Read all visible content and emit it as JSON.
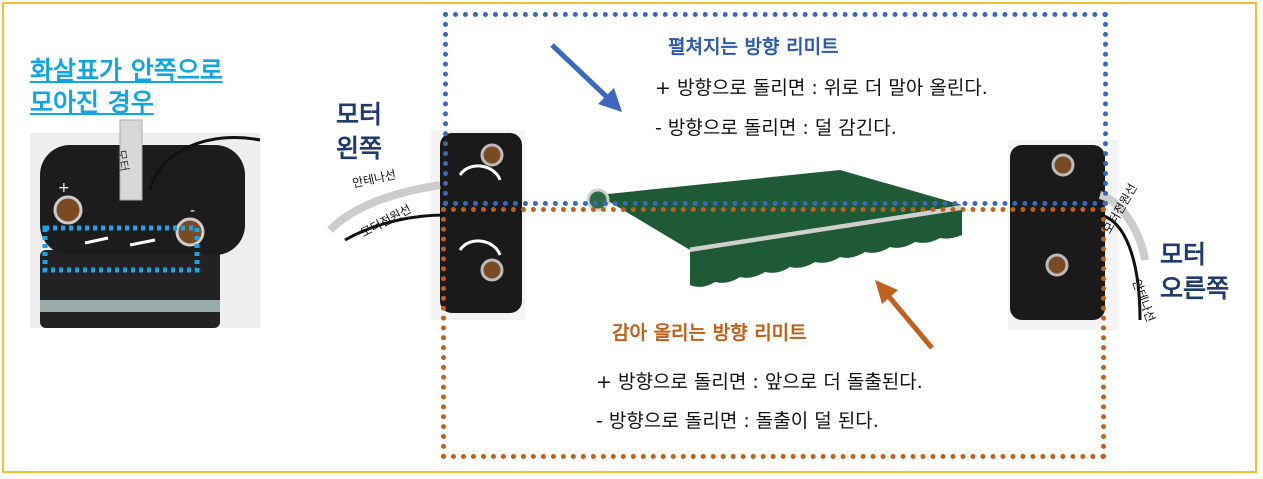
{
  "left_caption": {
    "line1": "화살표가 안쪽으로",
    "line2": "모아진 경우"
  },
  "motor_left": {
    "line1": "모터",
    "line2": "왼쪽"
  },
  "motor_right": {
    "line1": "모터",
    "line2": "오른쪽"
  },
  "extend_section": {
    "title": "펼쳐지는 방향 리미트",
    "line_plus": "+ 방향으로 돌리면 : 위로 더 말아 올린다.",
    "line_minus": "- 방향으로 돌리면 : 덜 감긴다."
  },
  "retract_section": {
    "title": "감아 올리는 방향 리미트",
    "line_plus": "+ 방향으로 돌리면 : 앞으로 더 돌출된다.",
    "line_minus": "- 방향으로 돌리면 : 돌출이 덜 된다."
  },
  "cable_labels": {
    "antenna_left": "안테나선",
    "power_left": "모터전원선",
    "power_right": "모터전원선",
    "antenna_right": "안테나선",
    "photo_cable": "모터"
  },
  "colors": {
    "frame": "#f2c12e",
    "left_title": "#12a6e0",
    "motor_label": "#1f3a6b",
    "blue_accent": "#3a68c0",
    "orange_accent": "#c0601a",
    "awning": "#1f5a36"
  }
}
